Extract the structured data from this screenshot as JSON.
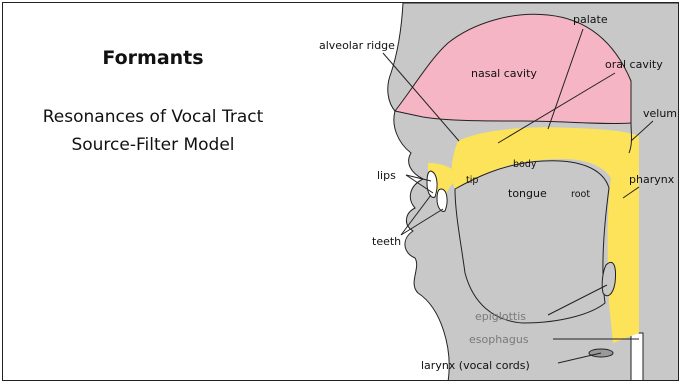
{
  "slide": {
    "title": "Formants",
    "subtitle_line1": "Resonances of Vocal Tract",
    "subtitle_line2": "Source-Filter Model"
  },
  "diagram": {
    "colors": {
      "nasal_cavity": "#f5b5c4",
      "vocal_tract": "#fde35a",
      "tissue": "#c8c8c8",
      "outline": "#222222"
    },
    "labels": {
      "alveolar_ridge": "alveolar ridge",
      "palate": "palate",
      "oral_cavity": "oral cavity",
      "nasal_cavity": "nasal cavity",
      "velum": "velum",
      "lips": "lips",
      "teeth": "teeth",
      "tip": "tip",
      "body": "body",
      "tongue": "tongue",
      "root": "root",
      "pharynx": "pharynx",
      "epiglottis": "epiglottis",
      "esophagus": "esophagus",
      "larynx": "larynx (vocal cords)"
    }
  }
}
